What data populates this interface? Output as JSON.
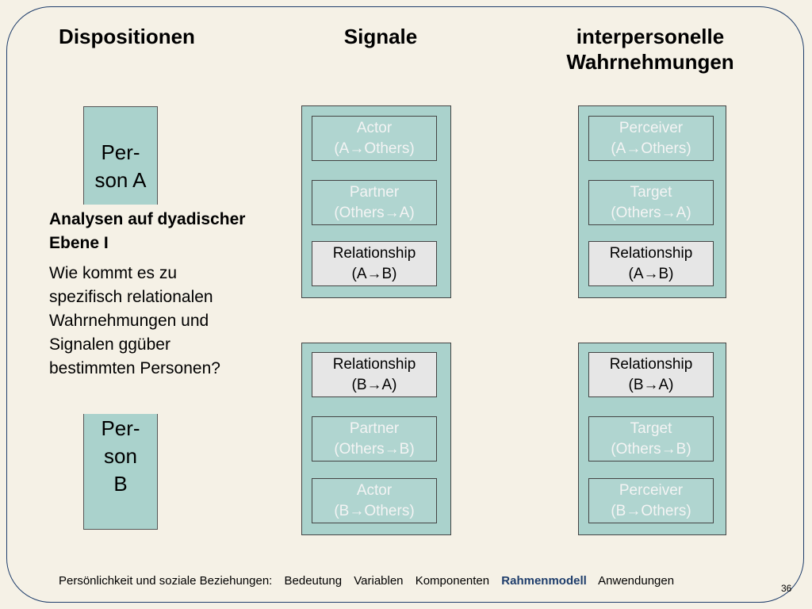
{
  "headings": {
    "dispositionen": "Dispositionen",
    "signale": "Signale",
    "wahrnehmungen_line1": "interpersonelle",
    "wahrnehmungen_line2": "Wahrnehmungen"
  },
  "person_a": {
    "line1": "Per-",
    "line2": "son A"
  },
  "person_b": {
    "line1": "Per-",
    "line2": "son",
    "line3": "B"
  },
  "signale": {
    "top": [
      {
        "line1": "Actor",
        "line2": "(A→Others)"
      },
      {
        "line1": "Partner",
        "line2": "(Others→A)"
      },
      {
        "line1": "Relationship",
        "line2": "(A→B)"
      }
    ],
    "bottom": [
      {
        "line1": "Relationship",
        "line2": "(B→A)"
      },
      {
        "line1": "Partner",
        "line2": "(Others→B)"
      },
      {
        "line1": "Actor",
        "line2": "(B→Others)"
      }
    ]
  },
  "wahrnehmungen": {
    "top": [
      {
        "line1": "Perceiver",
        "line2": "(A→Others)"
      },
      {
        "line1": "Target",
        "line2": "(Others→A)"
      },
      {
        "line1": "Relationship",
        "line2": "(A→B)"
      }
    ],
    "bottom": [
      {
        "line1": "Relationship",
        "line2": "(B→A)"
      },
      {
        "line1": "Target",
        "line2": "(Others→B)"
      },
      {
        "line1": "Perceiver",
        "line2": "(B→Others)"
      }
    ]
  },
  "callout": {
    "title": "Analysen auf dyadischer Ebene I",
    "body": "Wie kommt es zu spezifisch relationalen Wahrnehmungen und Signalen ggüber bestimmten Personen?"
  },
  "footer": {
    "prefix": "Persönlichkeit und soziale Beziehungen:",
    "items": [
      "Bedeutung",
      "Variablen",
      "Komponenten",
      "Rahmenmodell",
      "Anwendungen"
    ],
    "current": "Rahmenmodell"
  },
  "page_number": "36",
  "colors": {
    "background": "#f5f1e6",
    "column_fill": "#aad2cc",
    "active_box": "#e6e6e6",
    "faded_text": "#f4f4f4",
    "frame": "#1e3d6b"
  }
}
